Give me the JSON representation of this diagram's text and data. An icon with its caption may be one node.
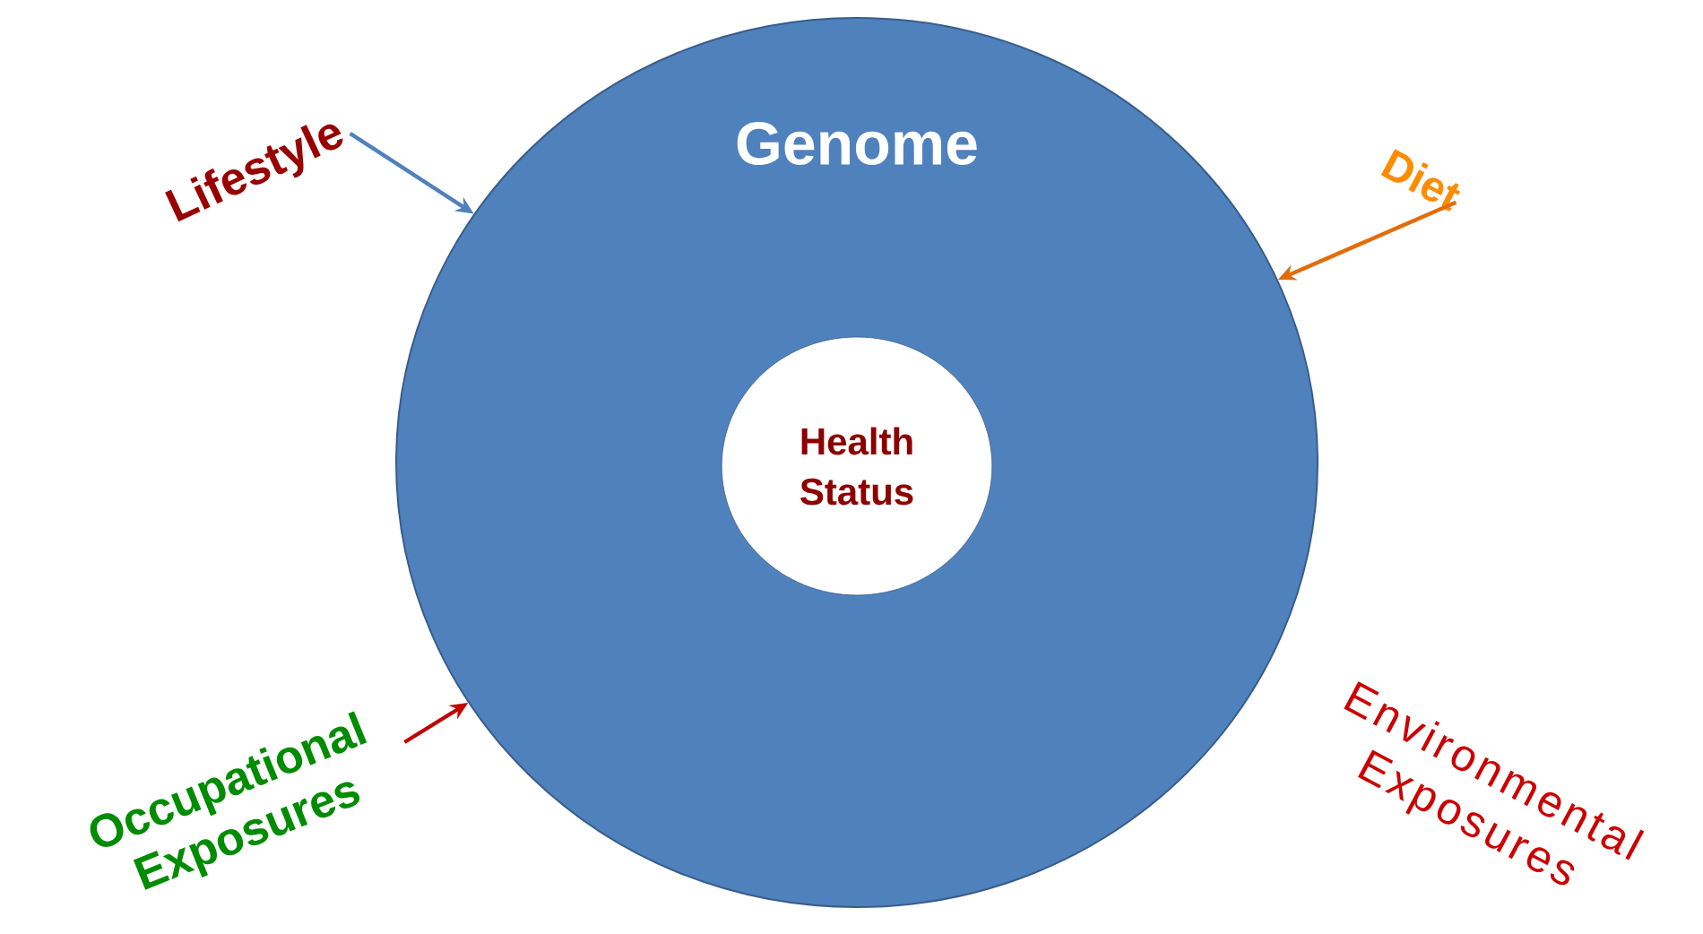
{
  "diagram": {
    "nodes": [
      {
        "text": [
          "Genome"
        ]
      },
      {
        "text": [
          "Health Status"
        ],
        "in": 0
      },
      {
        "text": [
          "Lifestyle"
        ]
      },
      {
        "text": [
          "Diet"
        ]
      },
      {
        "text": [
          "Occupational Exposures"
        ]
      }
    ],
    "edges": [
      {
        "from": 2,
        "to": 0,
        "arrow": "to",
        "color": "#4f81bd"
      },
      {
        "from": 3,
        "to": 0,
        "arrow": "to",
        "color": "#e36c09"
      },
      {
        "from": 4,
        "to": 0,
        "arrow": "to",
        "color": "#c00000"
      }
    ],
    "labels": [
      "Environmental Exposures"
    ]
  }
}
